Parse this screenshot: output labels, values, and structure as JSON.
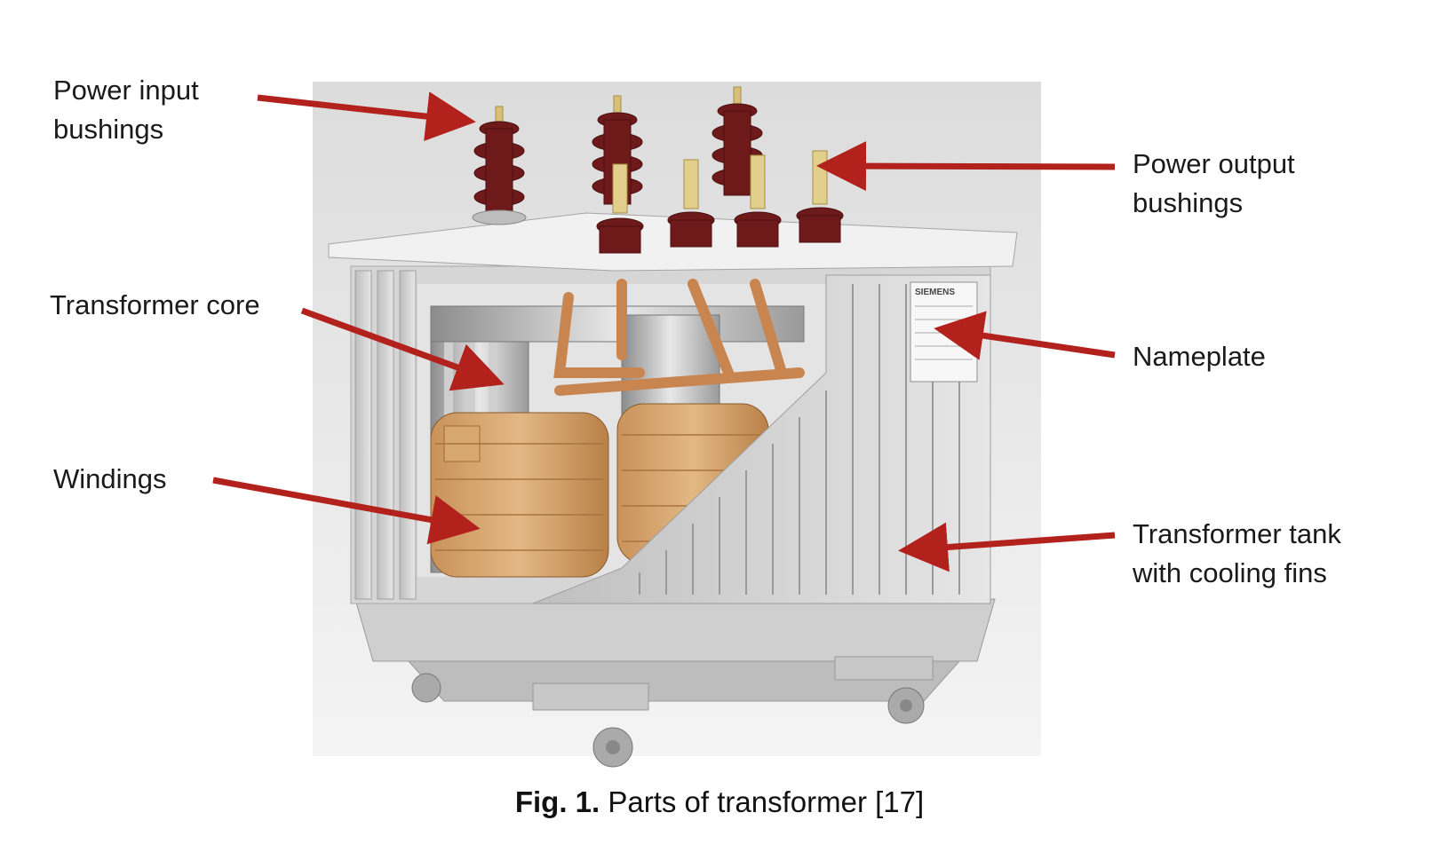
{
  "labels": {
    "power_input": [
      "Power input",
      "bushings"
    ],
    "power_output": [
      "Power output",
      "bushings"
    ],
    "core": [
      "Transformer core"
    ],
    "nameplate": [
      "Nameplate"
    ],
    "windings": [
      "Windings"
    ],
    "tank": [
      "Transformer tank",
      "with cooling fins"
    ]
  },
  "nameplate_brand": "SIEMENS",
  "caption": {
    "prefix": "Fig. 1.",
    "text": " Parts of transformer [17]"
  },
  "colors": {
    "arrow": "#b3211c",
    "bushing": "#6e1a1a",
    "copper": "#c98550",
    "winding": "#d4a36c",
    "steel": "#d9d9d9"
  }
}
